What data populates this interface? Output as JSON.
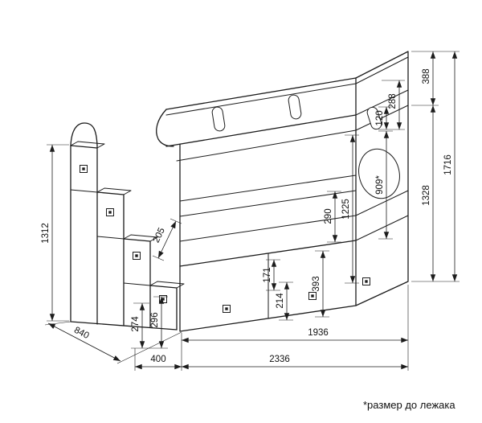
{
  "style": {
    "ink": "#1c1c1c",
    "background": "#ffffff"
  },
  "note": "*размер до лежака",
  "dims": {
    "h1312": "1312",
    "s840": "840",
    "w400": "400",
    "w2336": "2336",
    "w1936": "1936",
    "h274": "274",
    "h296": "296",
    "s205": "205",
    "h171": "171",
    "h214": "214",
    "h393": "393",
    "h290": "290",
    "h1225": "1225",
    "h909": "909*",
    "h120": "120",
    "h288": "288",
    "h1328": "1328",
    "h388": "388",
    "h1716": "1716"
  }
}
